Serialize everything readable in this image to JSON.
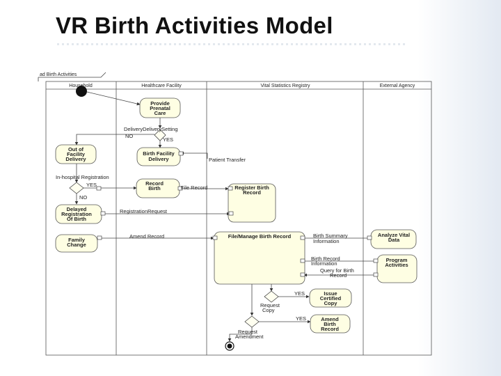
{
  "slide": {
    "title": "VR Birth Activities Model"
  },
  "diagram": {
    "frame_label": "ad Birth Activities",
    "lanes": [
      "Household",
      "Healthcare Facility",
      "Vital Statistics Registry",
      "External Agency"
    ],
    "nodes": {
      "prenatal": [
        "Provide",
        "Prenatal",
        "Care"
      ],
      "out_facility": [
        "Out of",
        "Facility",
        "Delivery"
      ],
      "birth_facility": [
        "Birth Facility",
        "Delivery"
      ],
      "record_birth": [
        "Record",
        "Birth"
      ],
      "register_birth": [
        "Register Birth",
        "Record"
      ],
      "delayed_reg": [
        "Delayed",
        "Registration",
        "Of Birth"
      ],
      "family_change": [
        "Family",
        "Change"
      ],
      "file_manage": "File/Manage Birth Record",
      "analyze_vital": [
        "Analyze Vital",
        "Data"
      ],
      "program_activities": [
        "Program",
        "Activities"
      ],
      "issue_copy": [
        "Issue",
        "Certified",
        "Copy"
      ],
      "amend_record": [
        "Amend",
        "Birth",
        "Record"
      ]
    },
    "labels": {
      "delivery_setting": "DeliveryDeliverySetting",
      "no1": "NO",
      "yes1": "YES",
      "patient_transfer": "Patient Transfer",
      "in_hospital_reg": "In-hospital Registration",
      "yes2": "YES",
      "no2": "NO",
      "file_record": "File Record",
      "registration_request": "RegistrationRequest",
      "amend_record": "Amend Record",
      "birth_summary": [
        "Birth Summary",
        "Information"
      ],
      "birth_record_info": [
        "Birth Record",
        "Information"
      ],
      "query_birth": [
        "Query for Birth",
        "Record"
      ],
      "request_copy": [
        "Request",
        "Copy"
      ],
      "request_amendment": [
        "Request",
        "Amendment"
      ],
      "yes_copy": "YES",
      "yes_amend": "YES"
    }
  }
}
